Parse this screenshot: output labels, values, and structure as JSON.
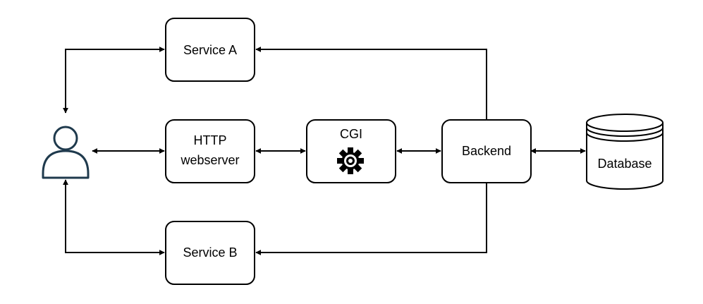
{
  "diagram": {
    "nodes": {
      "service_a": {
        "label": "Service A"
      },
      "http": {
        "label_line1": "HTTP",
        "label_line2": "webserver"
      },
      "cgi": {
        "label": "CGI",
        "icon": "gear-icon"
      },
      "backend": {
        "label": "Backend"
      },
      "database": {
        "label": "Database",
        "icon": "database-cylinder"
      },
      "service_b": {
        "label": "Service B"
      },
      "user": {
        "icon": "user-icon"
      }
    },
    "edges": [
      {
        "from": "user",
        "to": "service_a",
        "direction": "both"
      },
      {
        "from": "user",
        "to": "http",
        "direction": "both"
      },
      {
        "from": "http",
        "to": "cgi",
        "direction": "both"
      },
      {
        "from": "cgi",
        "to": "backend",
        "direction": "both"
      },
      {
        "from": "backend",
        "to": "database",
        "direction": "both"
      },
      {
        "from": "backend",
        "to": "service_a",
        "direction": "forward"
      },
      {
        "from": "backend",
        "to": "service_b",
        "direction": "forward"
      },
      {
        "from": "user",
        "to": "service_b",
        "direction": "both"
      }
    ],
    "colors": {
      "stroke": "#000000",
      "fill": "#ffffff",
      "user_icon": "#1f3a4d"
    }
  }
}
